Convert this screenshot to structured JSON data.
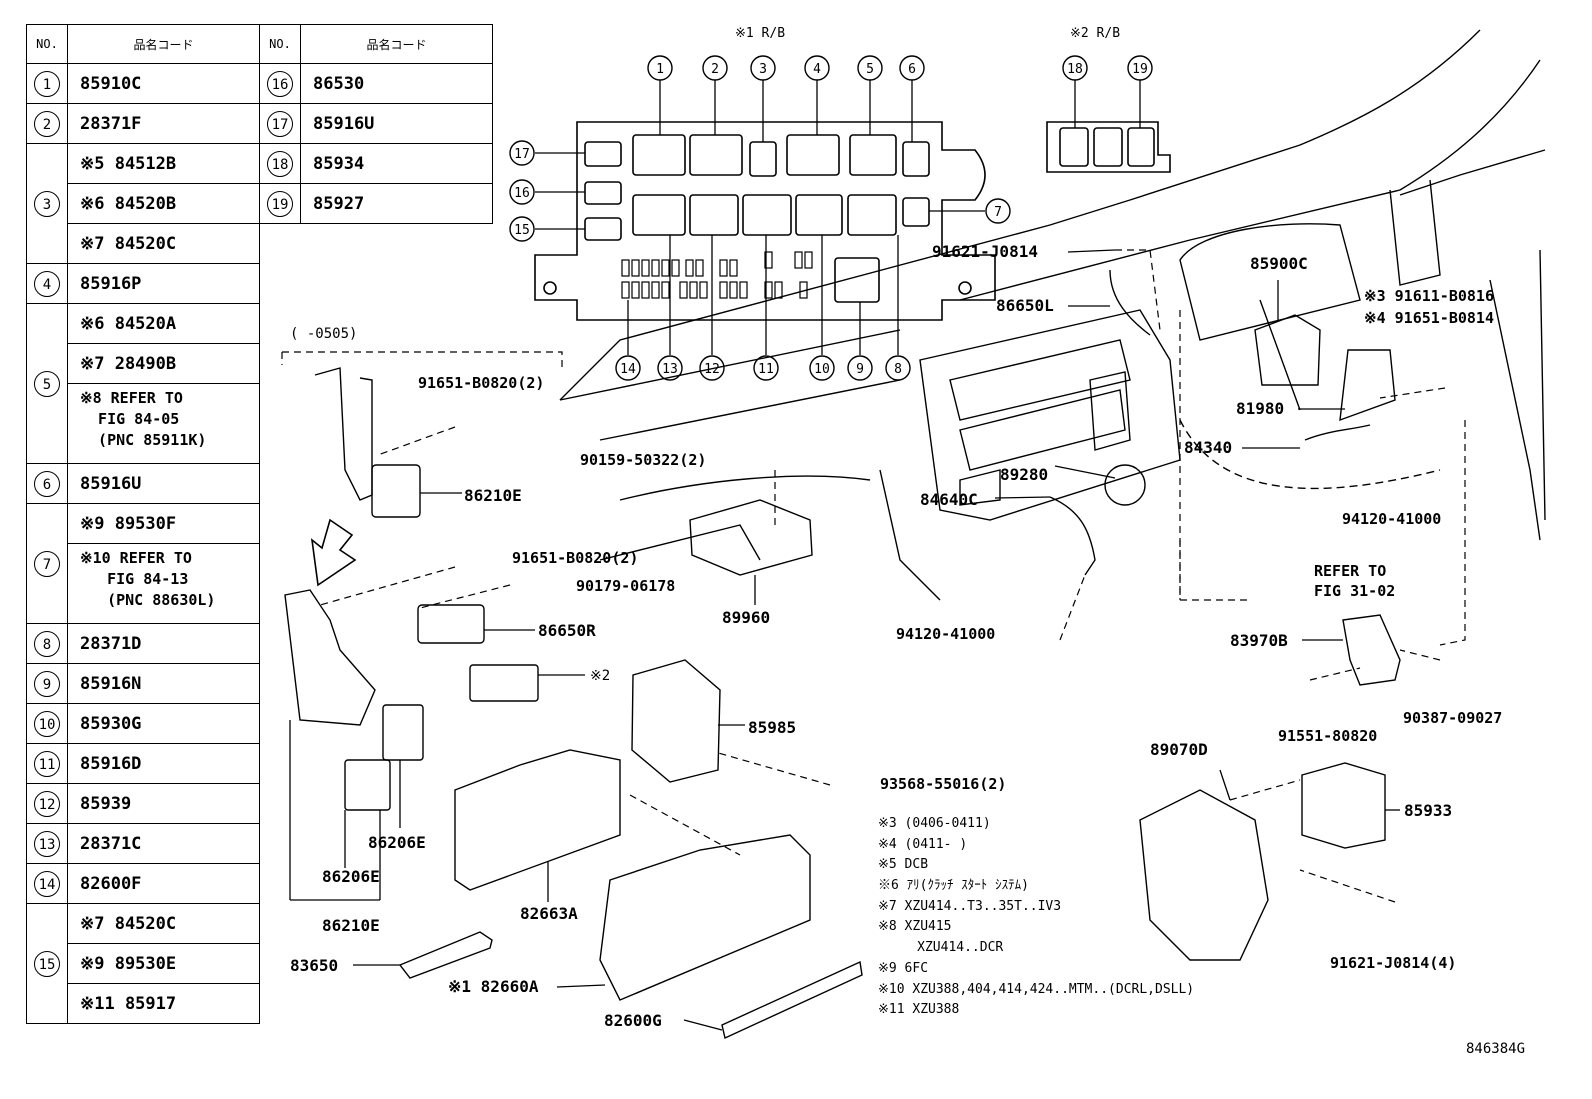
{
  "table_left": {
    "header": {
      "no": "NO.",
      "code": "品名コード"
    },
    "rows": [
      {
        "no": "1",
        "lines": [
          "85910C"
        ]
      },
      {
        "no": "2",
        "lines": [
          "28371F"
        ]
      },
      {
        "no": "3",
        "lines": [
          "※5 84512B",
          "※6 84520B",
          "※7 84520C"
        ]
      },
      {
        "no": "4",
        "lines": [
          "85916P"
        ]
      },
      {
        "no": "5",
        "lines": [
          "※6 84520A",
          "※7 28490B",
          "※8 REFER TO\n  FIG 84-05\n  (PNC 85911K)"
        ]
      },
      {
        "no": "6",
        "lines": [
          "85916U"
        ]
      },
      {
        "no": "7",
        "lines": [
          "※9 89530F",
          "※10 REFER TO\n   FIG 84-13\n   (PNC 88630L)"
        ]
      },
      {
        "no": "8",
        "lines": [
          "28371D"
        ]
      },
      {
        "no": "9",
        "lines": [
          "85916N"
        ]
      },
      {
        "no": "10",
        "lines": [
          "85930G"
        ]
      },
      {
        "no": "11",
        "lines": [
          "85916D"
        ]
      },
      {
        "no": "12",
        "lines": [
          "85939"
        ]
      },
      {
        "no": "13",
        "lines": [
          "28371C"
        ]
      },
      {
        "no": "14",
        "lines": [
          "82600F"
        ]
      },
      {
        "no": "15",
        "lines": [
          "※7 84520C",
          "※9 89530E",
          "※11 85917"
        ]
      }
    ]
  },
  "table_right": {
    "header": {
      "no": "NO.",
      "code": "品名コード"
    },
    "rows": [
      {
        "no": "16",
        "code": "86530"
      },
      {
        "no": "17",
        "code": "85916U"
      },
      {
        "no": "18",
        "code": "85934"
      },
      {
        "no": "19",
        "code": "85927"
      }
    ]
  },
  "rb1_title": "※1 R/B",
  "rb2_title": "※2 R/B",
  "date_range": "(      -0505)",
  "part_labels": [
    "91621-J0814",
    "86650L",
    "85900C",
    "※3 91611-B0816",
    "※4 91651-B0814",
    "81980",
    "84340",
    "89280",
    "84640C",
    "94120-41000",
    "REFER TO",
    "FIG 31-02",
    "91651-B0820(2)",
    "86210E",
    "90159-50322(2)",
    "91651-B0820(2)",
    "90179-06178",
    "89960",
    "94120-41000",
    "86650R",
    "※2",
    "83970B",
    "90387-09027",
    "91551-80820",
    "85985",
    "89070D",
    "93568-55016(2)",
    "85933",
    "86206E",
    "86206E",
    "82663A",
    "86210E",
    "83650",
    "※1 82660A",
    "82600G",
    "91621-J0814(4)"
  ],
  "notes": [
    "※3  (0406-0411)",
    "※4  (0411-      )",
    "※5  DCB",
    "※6  ｱﾘ(ｸﾗｯﾁ ｽﾀｰﾄ ｼｽﾃﾑ)",
    "※7  XZU414..T3..35T..IV3",
    "※8  XZU415",
    "     XZU414..DCR",
    "※9  6FC",
    "※10  XZU388,404,414,424..MTM..(DCRL,DSLL)",
    "※11  XZU388"
  ],
  "figure_id": "846384G"
}
